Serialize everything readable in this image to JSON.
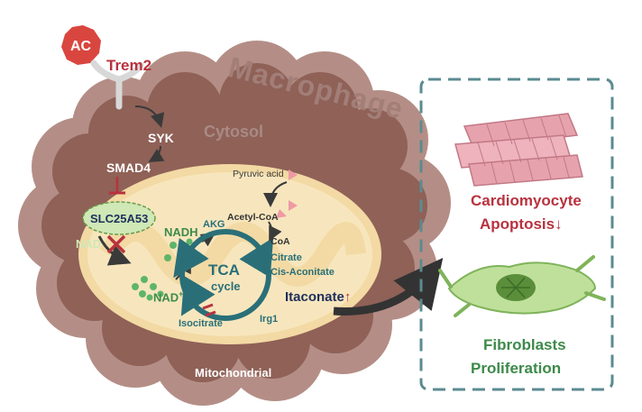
{
  "labels": {
    "ac": "AC",
    "trem2": "Trem2",
    "macrophage": "Macrophage",
    "cytosol": "Cytosol",
    "syk": "SYK",
    "smad4": "SMAD4",
    "slc25a53": "SLC25A53",
    "nad": "NAD",
    "nadh": "NADH",
    "nad_plus": "NAD",
    "nad_plus_sup": "+",
    "akg": "AKG",
    "acetyl_coa": "Acetyl-CoA",
    "coa": "CoA",
    "pyruvic_acid": "Pyruvic acid",
    "citrate": "Citrate",
    "cis_aconitate": "Cis-Aconitate",
    "tca": "TCA",
    "cycle": "cycle",
    "isocitrate": "Isocitrate",
    "irg1": "Irg1",
    "itaconate": "Itaconate",
    "itaconate_arrow": "↑",
    "mitochondrial": "Mitochondrial",
    "cardiomyocyte": "Cardiomyocyte",
    "apoptosis": "Apoptosis",
    "apoptosis_arrow": "↓",
    "fibroblasts": "Fibroblasts",
    "proliferation": "Proliferation"
  },
  "colors": {
    "cell_outer": "#a98078",
    "cell_inner": "#8f6157",
    "mito_outer": "#f3d9a4",
    "mito_inner": "#f7e6bd",
    "accent_teal": "#2a6f78",
    "accent_red": "#b8323e",
    "accent_green": "#3d8a4a"
  }
}
